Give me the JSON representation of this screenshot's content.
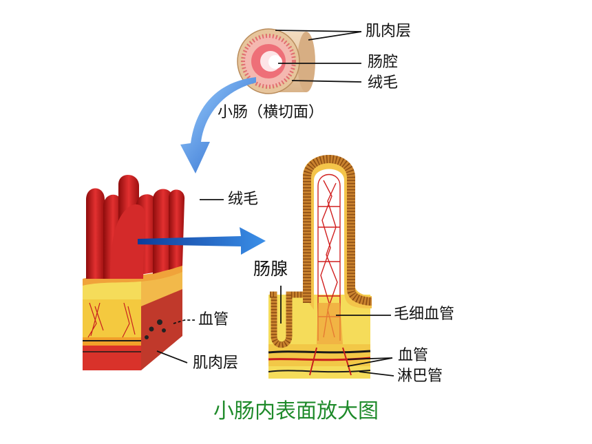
{
  "cross_section": {
    "labels": {
      "muscle": "肌肉层",
      "lumen": "肠腔",
      "villi": "绒毛"
    },
    "caption": "小肠（横切面）"
  },
  "villi_block": {
    "labels": {
      "villi": "绒毛",
      "blood_vessel": "血管",
      "muscle": "肌肉层"
    }
  },
  "villus_detail": {
    "labels": {
      "gland": "肠腺",
      "capillary": "毛细血管",
      "blood_vessel": "血管",
      "lymph": "淋巴管"
    }
  },
  "figure_title": "小肠内表面放大图",
  "colors": {
    "muscle_tan": "#e9c79c",
    "villus_red": "#c81e1e",
    "mucosa_yellow": "#f5dc5a",
    "arrow_blue": "#2c74d8",
    "caption_green": "#1e8a2a"
  }
}
